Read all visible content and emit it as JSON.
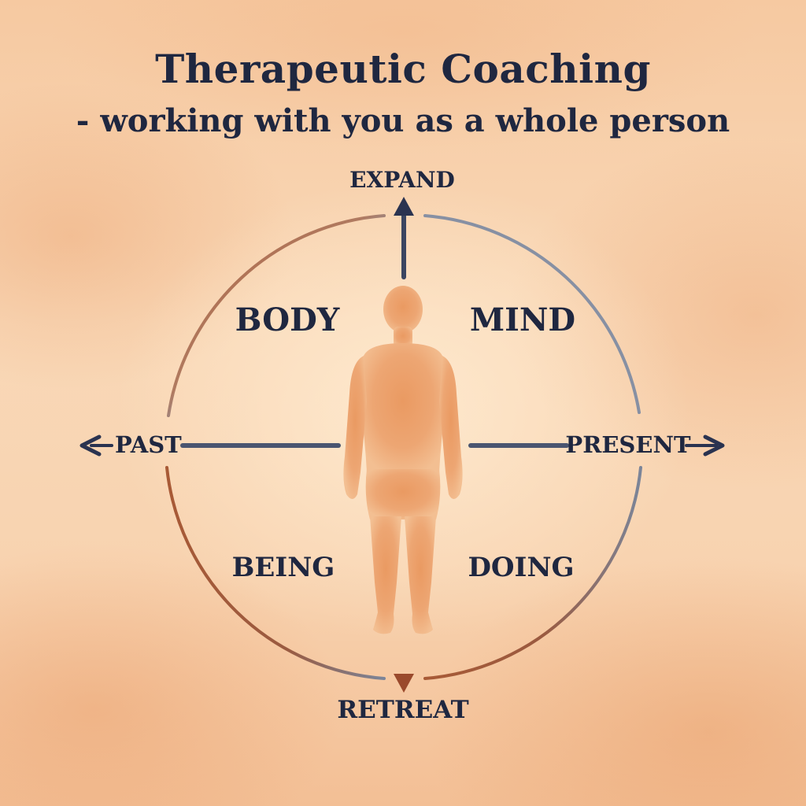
{
  "header": {
    "title": "Therapeutic Coaching",
    "subtitle": "- working with you as a whole person"
  },
  "axes": {
    "top": "EXPAND",
    "bottom": "RETREAT",
    "left": "PAST",
    "right": "PRESENT"
  },
  "quadrants": {
    "top_left": "BODY",
    "top_right": "MIND",
    "bottom_left": "BEING",
    "bottom_right": "DOING"
  },
  "colors": {
    "text": "#1f2740",
    "figure": "#e8955e",
    "circle_warm": "#b0603a",
    "circle_cool": "#7b8599"
  }
}
